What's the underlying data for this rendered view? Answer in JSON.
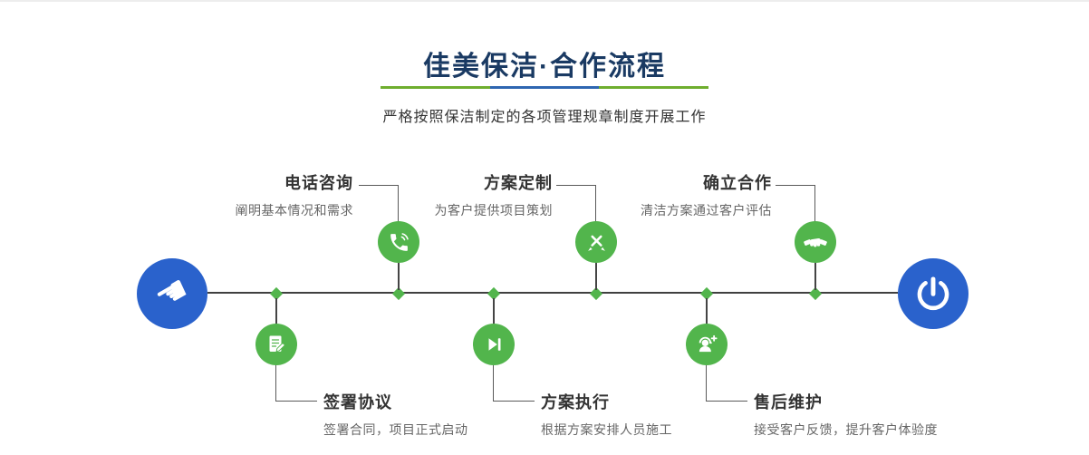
{
  "header": {
    "title": "佳美保洁·合作流程",
    "subtitle": "严格按照保洁制定的各项管理规章制度开展工作"
  },
  "steps": {
    "top": [
      {
        "label": "电话咨询",
        "desc": "阐明基本情况和需求",
        "icon": "phone-icon"
      },
      {
        "label": "方案定制",
        "desc": "为客户提供项目策划",
        "icon": "design-tools-icon"
      },
      {
        "label": "确立合作",
        "desc": "清洁方案通过客户评估",
        "icon": "handshake-icon"
      }
    ],
    "bottom": [
      {
        "label": "签署协议",
        "desc": "签署合同，项目正式启动",
        "icon": "contract-icon"
      },
      {
        "label": "方案执行",
        "desc": "根据方案安排人员施工",
        "icon": "play-forward-icon"
      },
      {
        "label": "售后维护",
        "desc": "接受客户反馈，提升客户体验度",
        "icon": "support-headset-icon"
      }
    ]
  },
  "endpoints": {
    "start_icon": "pointing-hand-icon",
    "start_glyph": "☚",
    "end_icon": "power-icon"
  },
  "colors": {
    "accent_green": "#52b54c",
    "accent_blue": "#2a62cc",
    "title_navy": "#1a3a63",
    "divider_green": "#6fae2e",
    "divider_blue": "#2e66b1",
    "timeline": "#404040"
  }
}
